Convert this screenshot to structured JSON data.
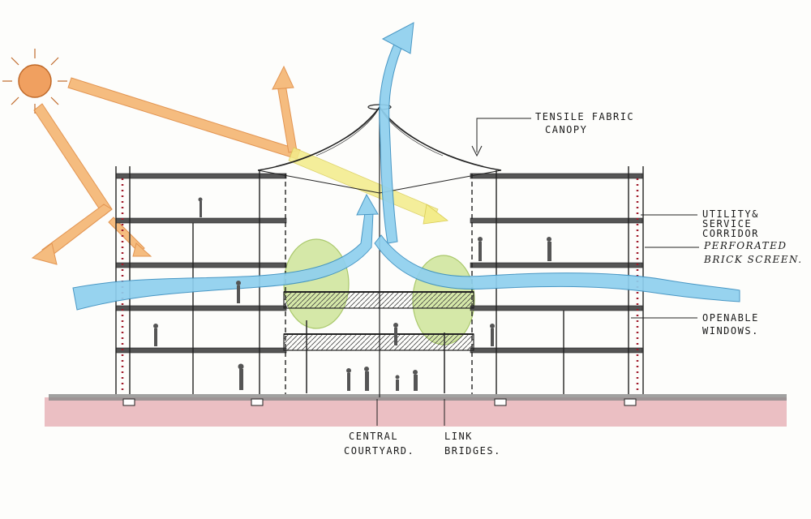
{
  "labels": {
    "canopy": [
      "TENSILE FABRIC",
      "CANOPY"
    ],
    "utility": [
      "UTILITY&",
      "SERVICE",
      "CORRIDOR"
    ],
    "brick": [
      "PERFORATED",
      "BRICK SCREEN."
    ],
    "windows": [
      "OPENABLE",
      "WINDOWS."
    ],
    "courtyard": [
      "CENTRAL",
      "COURTYARD."
    ],
    "bridges": [
      "LINK",
      "BRIDGES."
    ]
  },
  "colors": {
    "sun": "#f0a060",
    "sun_ray": "#f5b572",
    "wind": "#8fd0ef",
    "wind_edge": "#3a8fc0",
    "ground": "#e8b4b8",
    "slab": "#555555",
    "tree": "#cfe59a",
    "highlight": "#f3ec8a"
  },
  "icons": [
    "sun-icon",
    "wind-arrow-icon",
    "tree-icon",
    "person-icon"
  ]
}
